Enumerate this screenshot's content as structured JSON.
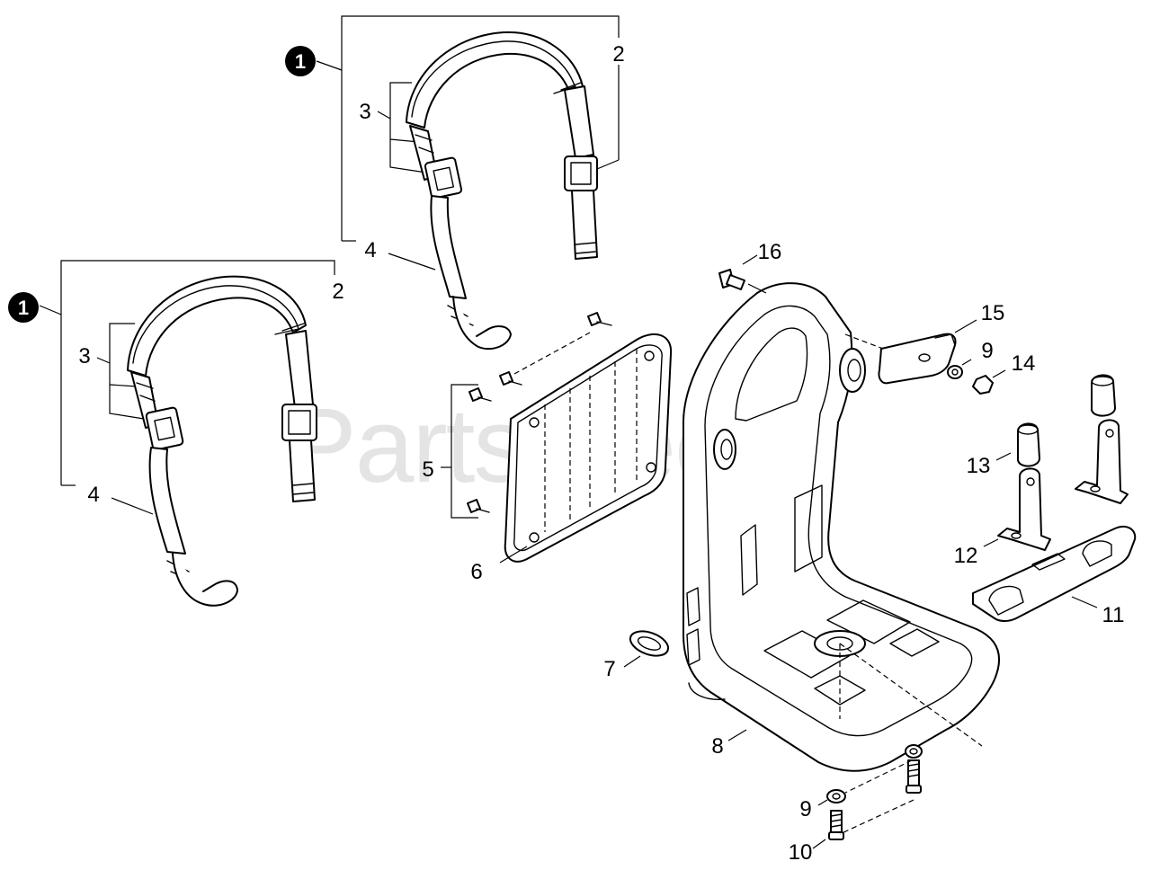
{
  "watermark": "PartsTree",
  "callouts": {
    "assembly_upper": "1",
    "assembly_lower": "1",
    "p2_upper": "2",
    "p2_lower": "2",
    "p3_upper": "3",
    "p3_lower": "3",
    "p4_upper": "4",
    "p4_lower": "4",
    "p5": "5",
    "p6": "6",
    "p7": "7",
    "p8": "8",
    "p9_upper": "9",
    "p9_lower": "9",
    "p10": "10",
    "p11": "11",
    "p12": "12",
    "p13": "13",
    "p14": "14",
    "p15": "15",
    "p16": "16"
  }
}
